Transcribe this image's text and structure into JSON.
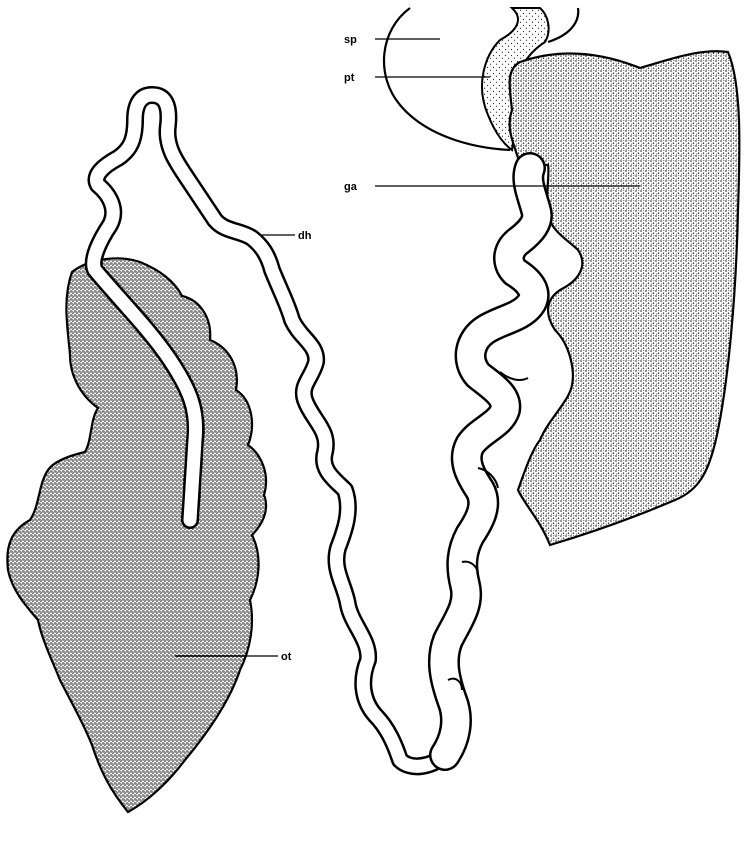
{
  "labels": {
    "sp": "sp",
    "pt": "pt",
    "ga": "ga",
    "dh": "dh",
    "ot": "ot"
  },
  "colors": {
    "ink": "#000000",
    "paper": "#ffffff",
    "stipple": "#1a1a1a"
  }
}
